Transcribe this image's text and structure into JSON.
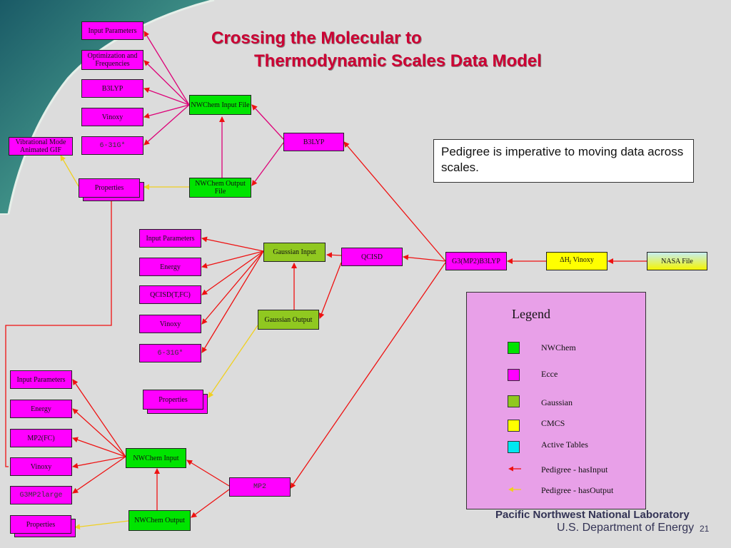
{
  "slide": {
    "title_line1": "Crossing the Molecular to",
    "title_line2": "Thermodynamic Scales Data Model",
    "page_number": "21"
  },
  "callout": {
    "text": "Pedigree is imperative to moving data across scales."
  },
  "nodes": {
    "input_params_1": "Input Parameters",
    "opt_freq": "Optimization and Frequencies",
    "b3lyp_small": "B3LYP",
    "vinoxy_1": "Vinoxy",
    "basis_1": "6-31G*",
    "vib_mode": "Vibrational Mode Animated GIF",
    "properties_1": "Properties",
    "nwchem_input_1": "NWChem Input File",
    "nwchem_output_1": "NWChem Output File",
    "b3lyp_main": "B3LYP",
    "input_params_2": "Input Parameters",
    "energy_2": "Energy",
    "qcisd_tfc": "QCISD(T,FC)",
    "vinoxy_2": "Vinoxy",
    "basis_2": "6-31G*",
    "gaussian_input": "Gaussian Input",
    "gaussian_output": "Gaussian Output",
    "qcisd": "QCISD",
    "properties_2": "Properties",
    "g3": "G3(MP2)B3LYP",
    "dhf_prefix": "ΔH",
    "dhf_sub": "f",
    "dhf_suffix": " Vinoxy",
    "nasa_file": "NASA File",
    "input_params_3": "Input Parameters",
    "energy_3": "Energy",
    "mp2fc": "MP2(FC)",
    "vinoxy_3": "Vinoxy",
    "g3mp2large": "G3MP2large",
    "properties_3": "Properties",
    "nwchem_input_3": "NWChem Input",
    "nwchem_output_3": "NWChem Output",
    "mp2": "MP2"
  },
  "legend": {
    "title": "Legend",
    "items": [
      {
        "label": "NWChem",
        "color": "#00e400"
      },
      {
        "label": "Ecce",
        "color": "#ff00ff"
      },
      {
        "label": "Gaussian",
        "color": "#90c820"
      },
      {
        "label": "CMCS",
        "color": "#ffff00"
      },
      {
        "label": "Active Tables",
        "color": "#00e8f0"
      }
    ],
    "arrows": [
      {
        "label": "Pedigree - hasInput",
        "color": "#ee1111"
      },
      {
        "label": "Pedigree - hasOutput",
        "color": "#f0d020"
      }
    ]
  },
  "footer": {
    "org": "Pacific Northwest National Laboratory",
    "dept": "U.S. Department of Energy"
  },
  "colors": {
    "has_input": "#ee1111",
    "has_output": "#f0d020",
    "title": "#cc0033"
  }
}
